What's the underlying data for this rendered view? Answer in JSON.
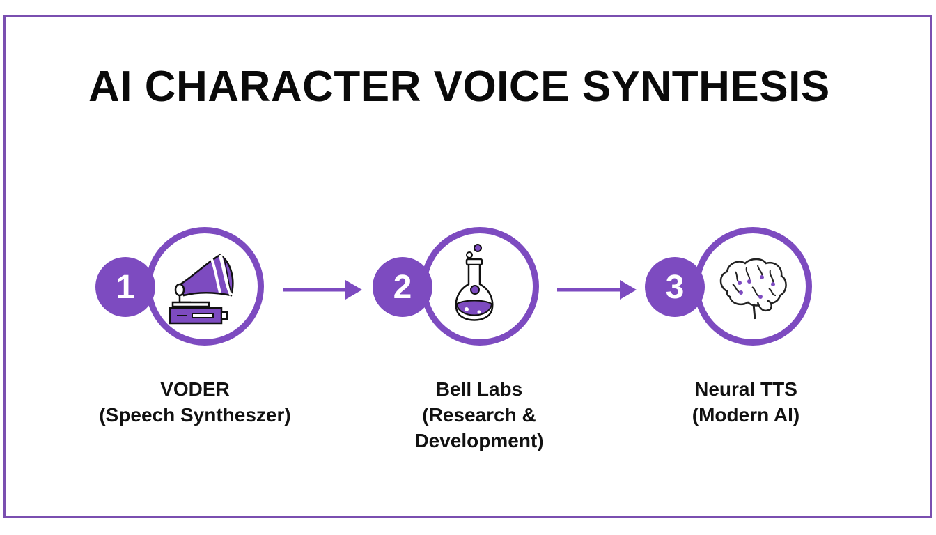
{
  "title": "AI CHARACTER VOICE SYNTHESIS",
  "colors": {
    "accent": "#7d4bc0",
    "frame": "#7a4fb0",
    "text": "#111111"
  },
  "steps": [
    {
      "number": "1",
      "icon": "gramophone-icon",
      "label_line1": "VODER",
      "label_line2": "(Speech Syntheszer)",
      "label_line3": ""
    },
    {
      "number": "2",
      "icon": "flask-icon",
      "label_line1": "Bell Labs",
      "label_line2": "(Research &",
      "label_line3": "Development)"
    },
    {
      "number": "3",
      "icon": "brain-icon",
      "label_line1": "Neural TTS",
      "label_line2": "(Modern AI)",
      "label_line3": ""
    }
  ]
}
